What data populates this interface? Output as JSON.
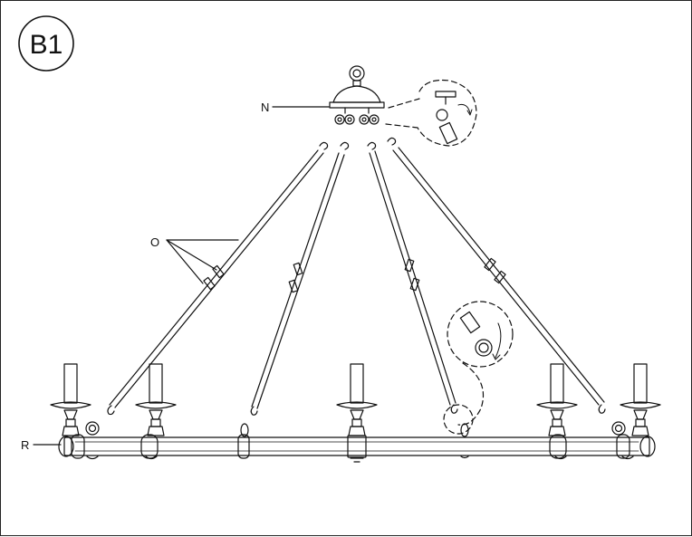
{
  "diagram": {
    "step_label": "B1",
    "callouts": {
      "canopy": "N",
      "rods": "O",
      "ring": "R"
    }
  },
  "colors": {
    "line": "#111111",
    "background": "#ffffff"
  }
}
